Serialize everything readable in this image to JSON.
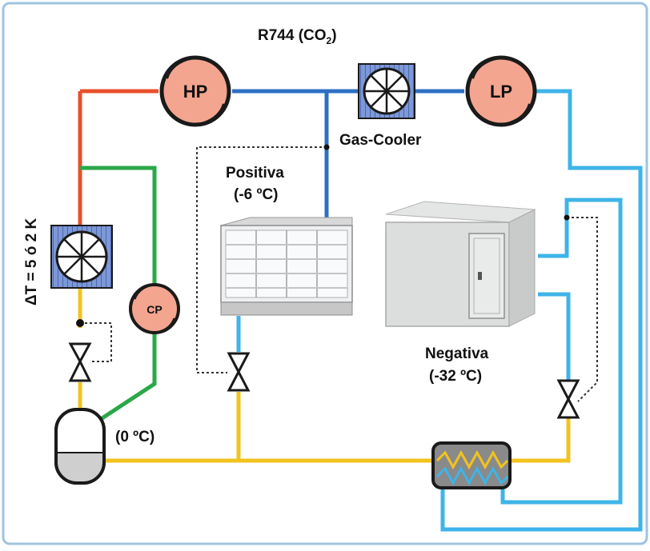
{
  "title": {
    "main": "R744 (CO",
    "sub": "2",
    "close": ")"
  },
  "components": {
    "hp": "HP",
    "lp": "LP",
    "cp": "CP",
    "gas_cooler": "Gas-Cooler"
  },
  "labels": {
    "delta_t": "ΔT = 5 ó 2 K",
    "positiva": "Positiva",
    "positiva_temp": "(-6 ºC)",
    "negativa": "Negativa",
    "negativa_temp": "(-32 ºC)",
    "receiver_temp": "(0 ºC)"
  },
  "colors": {
    "border": "#9fc3df",
    "red_line": "#e8502d",
    "green_line": "#2aa84a",
    "blue_line": "#2e6fc3",
    "light_blue_line": "#3fb4e8",
    "yellow_line": "#f2c31f",
    "compressor_fill": "#f4a58f",
    "fan_fill": "#6f8fd0"
  }
}
